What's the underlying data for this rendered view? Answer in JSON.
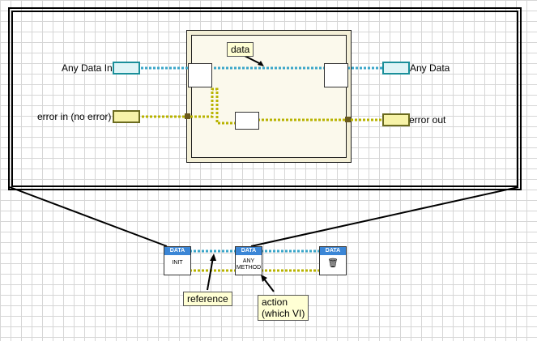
{
  "front": {
    "any_data_in": "Any Data In",
    "any_data_out": "Any Data",
    "error_in": "error in (no error)",
    "error_out": "error out"
  },
  "notes": {
    "data": "data",
    "reference": "reference",
    "action_line1": "action",
    "action_line2": "(which VI)"
  },
  "subvis": {
    "init": {
      "header": "DATA",
      "body": "INIT"
    },
    "method": {
      "header": "DATA",
      "body_line1": "ANY",
      "body_line2": "METHOD"
    },
    "delete": {
      "header": "DATA"
    }
  },
  "colors": {
    "data_wire": "#3aa6c9",
    "error_wire": "#b8b300",
    "vi_header": "#3b86d6"
  }
}
